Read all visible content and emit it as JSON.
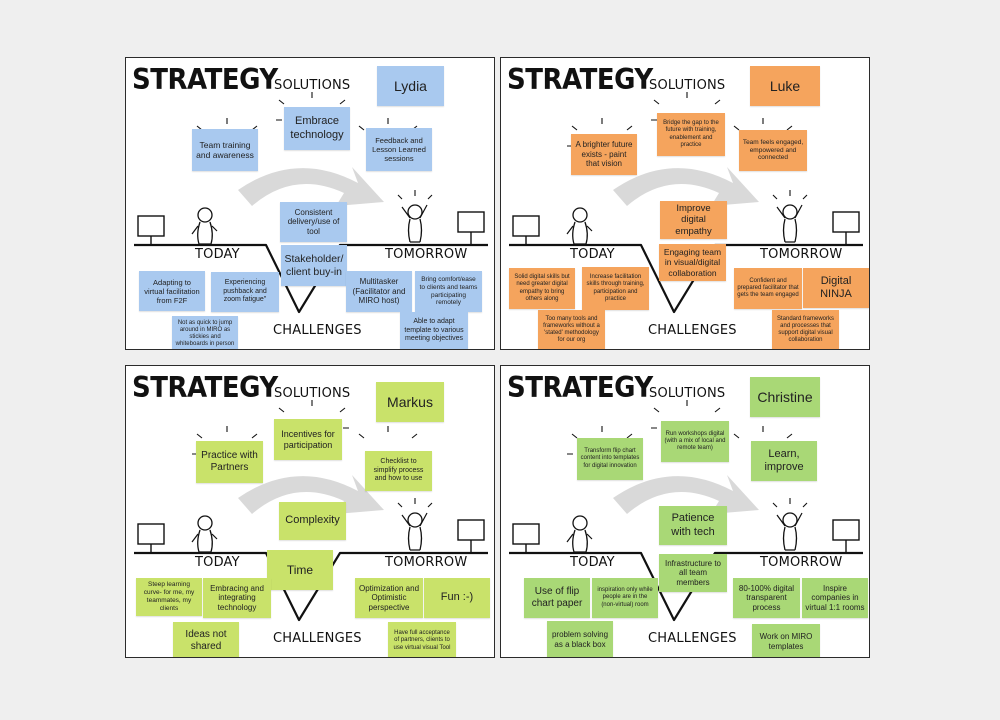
{
  "colors": {
    "blue": "#a9c9ef",
    "orange": "#f5a45d",
    "green": "#a9d876",
    "lime": "#c9e26a"
  },
  "panels": [
    {
      "title": "STRATEGY",
      "solutions": "SOLUTIONS",
      "today": "TODAY",
      "tomorrow": "TOMORROW",
      "challenges": "CHALLENGES",
      "name": "Lydia",
      "notes": {
        "n1": "Embrace technology",
        "n2": "Team training and awareness",
        "n3": "Feedback and Lesson Learned sessions",
        "n4": "Consistent delivery/use of tool",
        "n5": "Stakeholder/ client buy-in",
        "n6": "Adapting to virtual facilitation from F2F",
        "n7": "Experiencing pushback and zoom fatigue\"",
        "n8": "Multitasker (Facilitator and MIRO host)",
        "n9": "Bring comfort/ease to clients and teams participating remotely",
        "n10": "Not as quick to jump around in MIRO as stickies and whiteboards in person",
        "n11": "Able to adapt template to various meeting objectives"
      }
    },
    {
      "title": "STRATEGY",
      "solutions": "SOLUTIONS",
      "today": "TODAY",
      "tomorrow": "TOMORROW",
      "challenges": "CHALLENGES",
      "name": "Luke",
      "notes": {
        "n1": "Bridge the gap to the future with training, enablement and practice",
        "n2": "A brighter future exists - paint that vision",
        "n3": "Team feels engaged, empowered and connected",
        "n4": "Improve digital empathy",
        "n5": "Engaging team in visual/digital collaboration",
        "n6": "Solid digital skills but need greater digital empathy to bring others along",
        "n7": "Increase facilitation skills through training, participation and practice",
        "n8": "Confident and prepared facilitator that gets the team engaged",
        "n9": "Digital NINJA",
        "n10": "Too many tools and frameworks without a 'stated' methodology for our org",
        "n11": "Standard frameworks and processes that support digital visual collaboration"
      }
    },
    {
      "title": "STRATEGY",
      "solutions": "SOLUTIONS",
      "today": "TODAY",
      "tomorrow": "TOMORROW",
      "challenges": "CHALLENGES",
      "name": "Markus",
      "notes": {
        "n1": "Incentives for participation",
        "n2": "Practice with Partners",
        "n3": "Checklist to simplify process and how to use",
        "n4": "Complexity",
        "n5": "Time",
        "n6": "Steep learning curve- for me, my teammates, my clients",
        "n7": "Embracing and integrating technology",
        "n8": "Optimization and Optimistic perspective",
        "n9": "Fun :-)",
        "n10": "Ideas not shared",
        "n11": "Have full acceptance of partners, clients to use virtual visual Tool"
      }
    },
    {
      "title": "STRATEGY",
      "solutions": "SOLUTIONS",
      "today": "TODAY",
      "tomorrow": "TOMORROW",
      "challenges": "CHALLENGES",
      "name": "Christine",
      "notes": {
        "n1": "Run workshops digital (with a mix of local and remote team)",
        "n2": "Transform flip chart content into templates for digital innovation",
        "n3": "Learn, improve",
        "n4": "Patience with tech",
        "n5": "Infrastructure to all team members",
        "n6": "Use of flip chart paper",
        "n7": "inspiration only while people are in the (non-virtual) room",
        "n8": "80-100% digital transparent process",
        "n9": "Inspire companies in virtual 1:1 rooms",
        "n10": "problem solving as a black box",
        "n11": "Work on MIRO templates"
      }
    }
  ]
}
